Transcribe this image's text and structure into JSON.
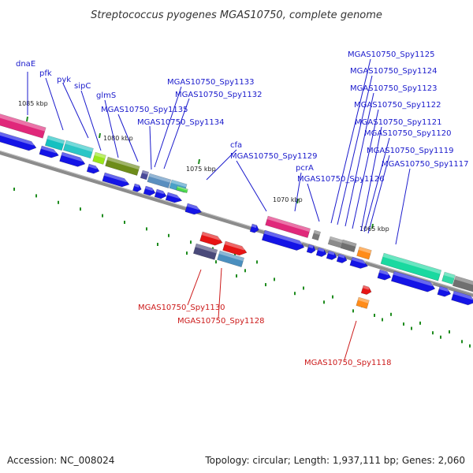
{
  "title": "Streptococcus pyogenes MGAS10750, complete genome",
  "footer": {
    "accession": "Accession: NC_008024",
    "stats": "Topology: circular; Length: 1,937,111 bp; Genes: 2,060"
  },
  "colors": {
    "forward_label": "#1a1acc",
    "reverse_label": "#cc1a1a",
    "tick": "#1f8c1f",
    "backbone": "#8c8c8c"
  },
  "scale_labels": [
    "1085 kbp",
    "1080 kbp",
    "1075 kbp",
    "1070 kbp",
    "1065 kbp"
  ],
  "gene_labels_forward": [
    "dnaE",
    "pfk",
    "pyk",
    "sipC",
    "glmS",
    "MGAS10750_Spy1135",
    "MGAS10750_Spy1133",
    "MGAS10750_Spy1132",
    "MGAS10750_Spy1134",
    "cfa",
    "MGAS10750_Spy1129",
    "pcrA",
    "MGAS10750_Spy1126",
    "MGAS10750_Spy1125",
    "MGAS10750_Spy1124",
    "MGAS10750_Spy1123",
    "MGAS10750_Spy1122",
    "MGAS10750_Spy1121",
    "MGAS10750_Spy1120",
    "MGAS10750_Spy1119",
    "MGAS10750_Spy1117"
  ],
  "gene_labels_reverse": [
    "MGAS10750_Spy1130",
    "MGAS10750_Spy1128",
    "MGAS10750_Spy1118"
  ]
}
